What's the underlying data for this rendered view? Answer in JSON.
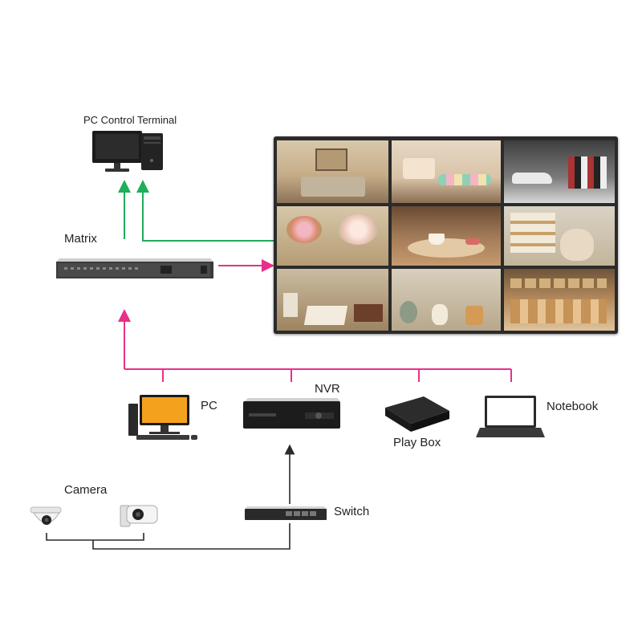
{
  "labels": {
    "pc_control_terminal": "PC Control Terminal",
    "matrix": "Matrix",
    "pc": "PC",
    "nvr": "NVR",
    "play_box": "Play Box",
    "notebook": "Notebook",
    "camera": "Camera",
    "switch": "Switch"
  },
  "colors": {
    "green_link": "#1fae5b",
    "pink_link": "#e8308a",
    "dark_link": "#2a2a2a",
    "wall_bezel": "#2b2b2b",
    "monitor_screen_orange": "#f4a21d"
  },
  "video_wall": {
    "rows": 3,
    "cols": 3,
    "tiles": [
      {
        "scene": "living-room"
      },
      {
        "scene": "cake-display"
      },
      {
        "scene": "sneaker-store"
      },
      {
        "scene": "flower-shop"
      },
      {
        "scene": "cafe"
      },
      {
        "scene": "pet-shop-cat"
      },
      {
        "scene": "stationery"
      },
      {
        "scene": "home-decor"
      },
      {
        "scene": "bakery-shelves"
      }
    ]
  },
  "icons": [
    "monitor-icon",
    "tower-pc-icon",
    "matrix-switcher-icon",
    "nvr-icon",
    "play-box-icon",
    "laptop-icon",
    "dome-camera-icon",
    "bullet-camera-icon",
    "network-switch-icon"
  ]
}
